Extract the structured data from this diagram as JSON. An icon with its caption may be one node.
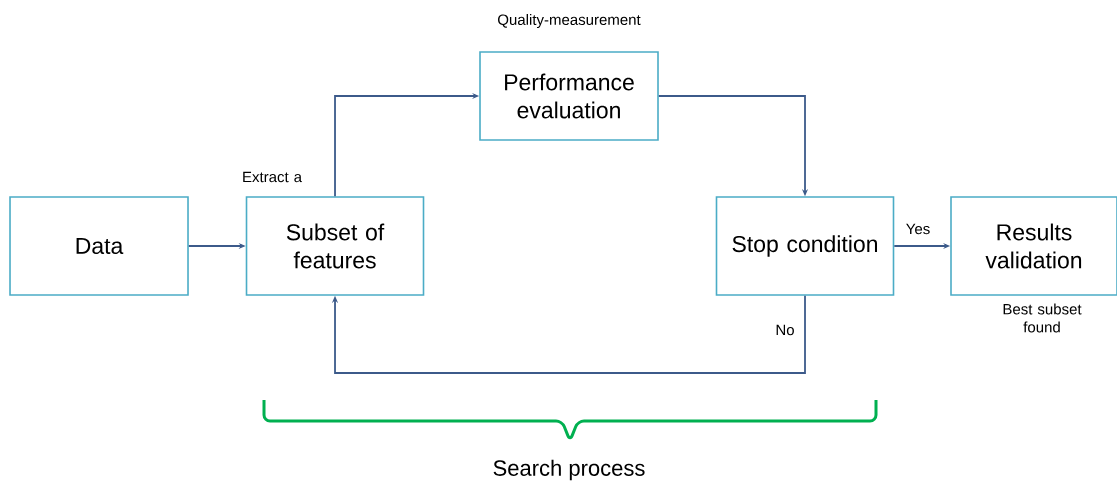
{
  "diagram": {
    "nodes": [
      {
        "text": [
          "Data"
        ]
      },
      {
        "text": [
          "Subset of features"
        ],
        "beside": [
          "Extract a"
        ]
      },
      {
        "text": [
          "Performance evaluation"
        ],
        "beside": [
          "Quality-measurement"
        ]
      },
      {
        "text": [
          "Stop condition"
        ]
      },
      {
        "text": [
          "Results validation"
        ],
        "beside": [
          "Best subset found"
        ]
      }
    ],
    "edges": [
      {
        "from": 0,
        "to": 1,
        "arrow": "to"
      },
      {
        "from": 1,
        "to": 2,
        "arrow": "to"
      },
      {
        "from": 2,
        "to": 3,
        "arrow": "to"
      },
      {
        "from": 3,
        "to": 4,
        "arrow": "to",
        "label": "Yes"
      },
      {
        "from": 3,
        "to": 1,
        "arrow": "to",
        "label": "No"
      }
    ],
    "labels": [
      "Search process"
    ]
  }
}
